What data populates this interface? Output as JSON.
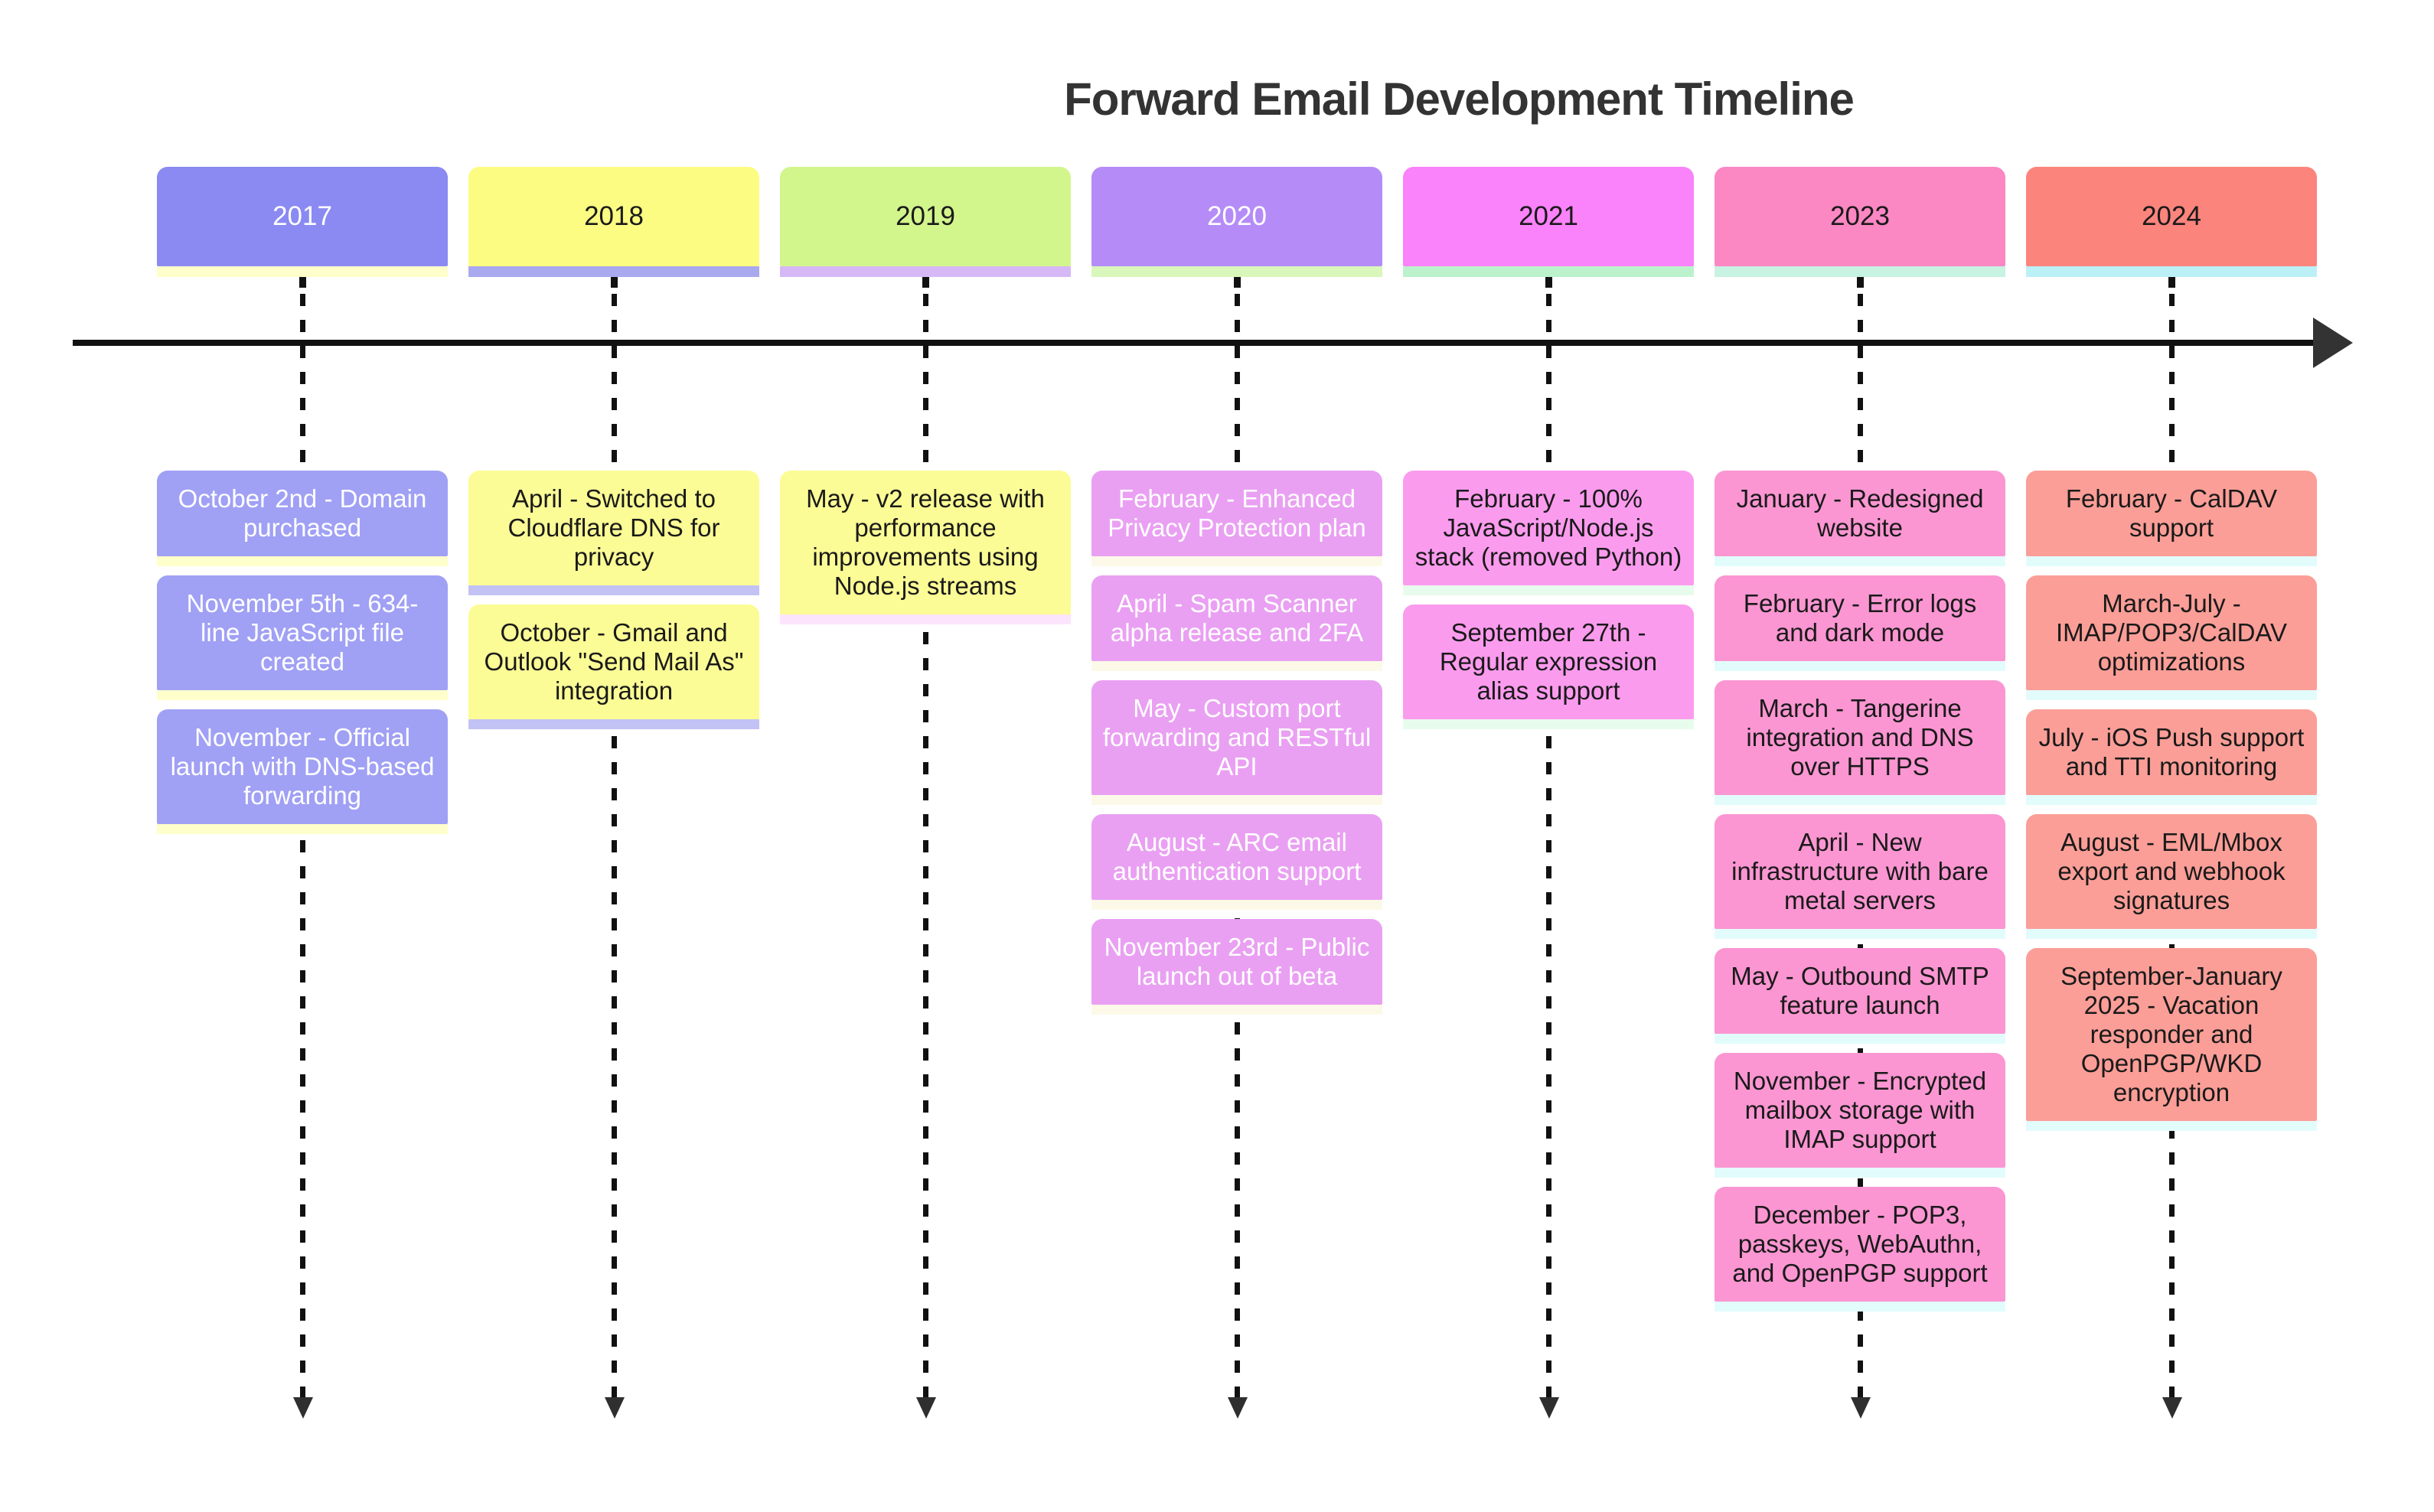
{
  "title": "Forward Email Development Timeline",
  "colors": {
    "background": "#ffffff",
    "title_text": "#333333",
    "axis_line": "#111111",
    "axis_arrowhead": "#333333",
    "connector_line": "#111111",
    "connector_arrowhead": "#2f2f2f"
  },
  "timeline": {
    "sections": [
      {
        "year": "2017",
        "colors": {
          "header_bg": "#8a8af2",
          "header_text": "#ffffff",
          "header_shadow": "#ffffcc",
          "event_bg": "#a0a0f5",
          "event_text": "#ffffff",
          "event_shadow": "#ffffcc"
        },
        "events": [
          "October 2nd - Domain purchased",
          "November 5th - 634-line JavaScript file created",
          "November - Official launch with DNS-based forwarding"
        ]
      },
      {
        "year": "2018",
        "colors": {
          "header_bg": "#fcfc82",
          "header_text": "#1a1a1a",
          "header_shadow": "#a9a9f0",
          "event_bg": "#fcfc96",
          "event_text": "#1a1a1a",
          "event_shadow": "#c2c2f5"
        },
        "events": [
          "April - Switched to Cloudflare DNS for privacy",
          "October - Gmail and Outlook \"Send Mail As\" integration"
        ]
      },
      {
        "year": "2019",
        "colors": {
          "header_bg": "#d2f58c",
          "header_text": "#1a1a1a",
          "header_shadow": "#d7b8f7",
          "event_bg": "#fcfc96",
          "event_text": "#1a1a1a",
          "event_shadow": "#fce4fc"
        },
        "events": [
          "May - v2 release with performance improvements using Node.js streams"
        ]
      },
      {
        "year": "2020",
        "colors": {
          "header_bg": "#b58cf7",
          "header_text": "#ffffff",
          "header_shadow": "#d9f7bb",
          "event_bg": "#e9a0f2",
          "event_text": "#ffffff",
          "event_shadow": "#fdf9e8"
        },
        "events": [
          "February - Enhanced Privacy Protection plan",
          "April - Spam Scanner alpha release and 2FA",
          "May - Custom port forwarding and RESTful API",
          "August - ARC email authentication support",
          "November 23rd - Public launch out of beta"
        ]
      },
      {
        "year": "2021",
        "colors": {
          "header_bg": "#fa82fa",
          "header_text": "#1a1a1a",
          "header_shadow": "#bbf2cc",
          "event_bg": "#fb9bee",
          "event_text": "#1a1a1a",
          "event_shadow": "#e8fcee"
        },
        "events": [
          "February - 100% JavaScript/Node.js stack (removed Python)",
          "September 27th - Regular expression alias support"
        ]
      },
      {
        "year": "2023",
        "colors": {
          "header_bg": "#fb87c3",
          "header_text": "#1a1a1a",
          "header_shadow": "#c8f2e2",
          "event_bg": "#fb96d2",
          "event_text": "#1a1a1a",
          "event_shadow": "#e2fcfc"
        },
        "events": [
          "January - Redesigned website",
          "February - Error logs and dark mode",
          "March - Tangerine integration and DNS over HTTPS",
          "April - New infrastructure with bare metal servers",
          "May - Outbound SMTP feature launch",
          "November - Encrypted mailbox storage with IMAP support",
          "December - POP3, passkeys, WebAuthn, and OpenPGP support"
        ]
      },
      {
        "year": "2024",
        "colors": {
          "header_bg": "#fb847c",
          "header_text": "#1a1a1a",
          "header_shadow": "#bbf0f7",
          "event_bg": "#fb9e97",
          "event_text": "#1a1a1a",
          "event_shadow": "#e2fcfc"
        },
        "events": [
          "February - CalDAV support",
          "March-July - IMAP/POP3/CalDAV optimizations",
          "July - iOS Push support and TTI monitoring",
          "August - EML/Mbox export and webhook signatures",
          "September-January 2025 - Vacation responder and OpenPGP/WKD encryption"
        ]
      }
    ]
  }
}
